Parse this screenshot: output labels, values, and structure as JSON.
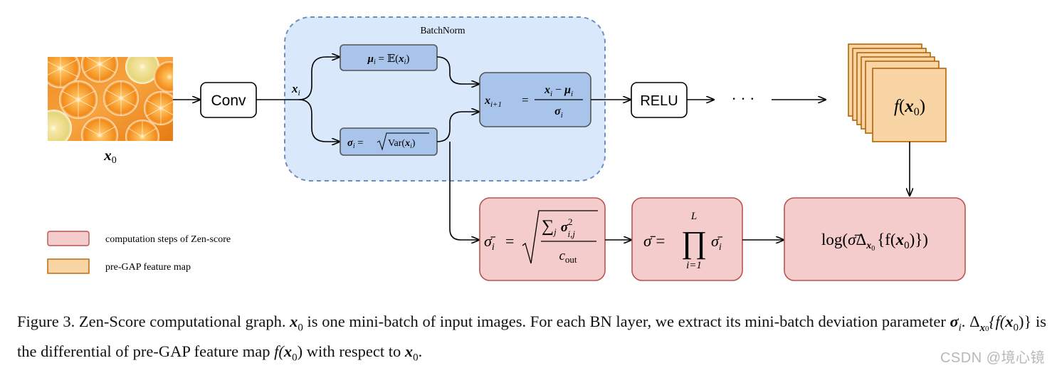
{
  "diagram": {
    "batchnorm_label": "BatchNorm",
    "input_label": "x",
    "input_label_sub": "0",
    "conv_label": "Conv",
    "relu_label": "RELU",
    "ellipsis": "· · ·",
    "xi_label": "x",
    "xi_sub": "i",
    "mu_box": {
      "lhs": "μ",
      "lhs_sub": "i",
      "eq": " = ",
      "rhs": "𝔼(",
      "arg": "x",
      "arg_sub": "i",
      "close": ")"
    },
    "sigma_box": {
      "lhs": "σ",
      "lhs_sub": "i",
      "eq": " = ",
      "rhs": "Var(",
      "arg": "x",
      "arg_sub": "i",
      "close": ")"
    },
    "norm_box": {
      "lhs": "x",
      "lhs_sub": "i+1",
      "eq": "=",
      "num_a": "x",
      "num_a_sub": "i",
      "minus": " − ",
      "num_b": "μ",
      "num_b_sub": "i",
      "den": "σ",
      "den_sub": "i"
    },
    "feature_map": {
      "f": "f",
      "open": "(",
      "arg": "x",
      "arg_sub": "0",
      "close": ")"
    },
    "zen_box1": {
      "lhs": "σ̄",
      "lhs_sub": "i",
      "eq": "=",
      "sum": "∑",
      "sum_sub": "j",
      "var": "σ",
      "var_sup": "2",
      "var_sub": "i,j",
      "den": "c",
      "den_sub": "out"
    },
    "zen_box2": {
      "lhs": "σ̄",
      "eq": "=",
      "prod": "∏",
      "prod_sup": "L",
      "prod_sub": "i=1",
      "rhs": "σ̄",
      "rhs_sub": "i"
    },
    "zen_box3": {
      "log": "log(",
      "sig": "σ̄",
      "delta": "Δ",
      "delta_sub": "x",
      "delta_subsub": "0",
      "inner": "{f(",
      "arg": "x",
      "arg_sub": "0",
      "close": ")})"
    }
  },
  "legend": {
    "items": [
      {
        "label": "computation steps of  Zen-score",
        "color": "#f5cccc"
      },
      {
        "label": "pre-GAP feature map",
        "color": "#f9d5a6"
      }
    ]
  },
  "caption": {
    "c1": "Figure 3. Zen-Score computational graph. ",
    "m1": "x",
    "m1_sub": "0",
    "c2": " is one mini-batch of input images. For each BN layer, we extract its mini-batch deviation parameter ",
    "m2": "σ",
    "m2_sub": "i",
    "c3": ". ",
    "m3": "Δ",
    "m3_sub": "x",
    "m3_subsub": "0",
    "m3_rest": "{f(",
    "m3_arg": "x",
    "m3_arg_sub": "0",
    "m3_close": ")}",
    "c4": " is the differential of pre-GAP feature map ",
    "m4": "f(",
    "m4_arg": "x",
    "m4_arg_sub": "0",
    "m4_close": ")",
    "c5": " with respect to ",
    "m5": "x",
    "m5_sub": "0",
    "c6": "."
  },
  "watermark": "CSDN @境心镜",
  "colors": {
    "batchnorm_bg": "#dae8fc",
    "batchnorm_border": "#6c8ebf",
    "blue_box": "#a9c4eb",
    "zen_fill": "#f5cccc",
    "zen_border": "#b85450",
    "feature_fill": "#f9d5a6",
    "feature_border": "#b46504"
  }
}
